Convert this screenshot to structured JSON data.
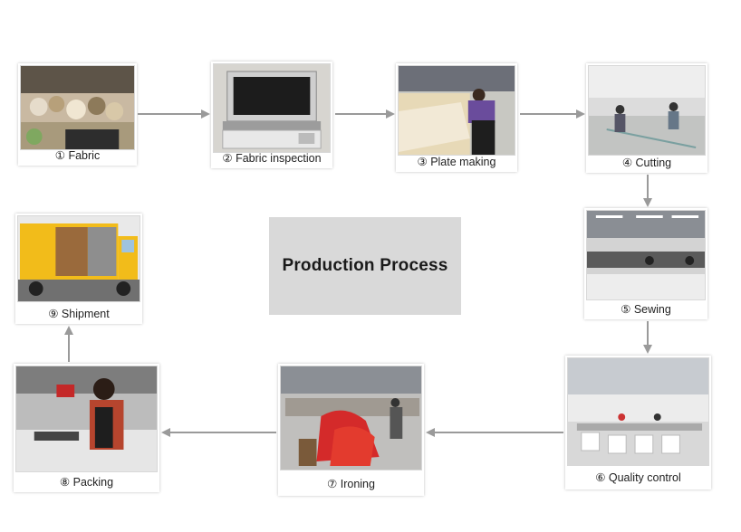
{
  "center_title": "Production Process",
  "colors": {
    "arrow": "#9a9a9a",
    "center_bg": "#d9d9d9"
  },
  "steps": [
    {
      "label": "① Fabric"
    },
    {
      "label": "② Fabric inspection"
    },
    {
      "label": "③ Plate making"
    },
    {
      "label": "④ Cutting"
    },
    {
      "label": "⑤ Sewing"
    },
    {
      "label": "⑥ Quality control"
    },
    {
      "label": "⑦ Ironing"
    },
    {
      "label": "⑧ Packing"
    },
    {
      "label": "⑨ Shipment"
    }
  ]
}
